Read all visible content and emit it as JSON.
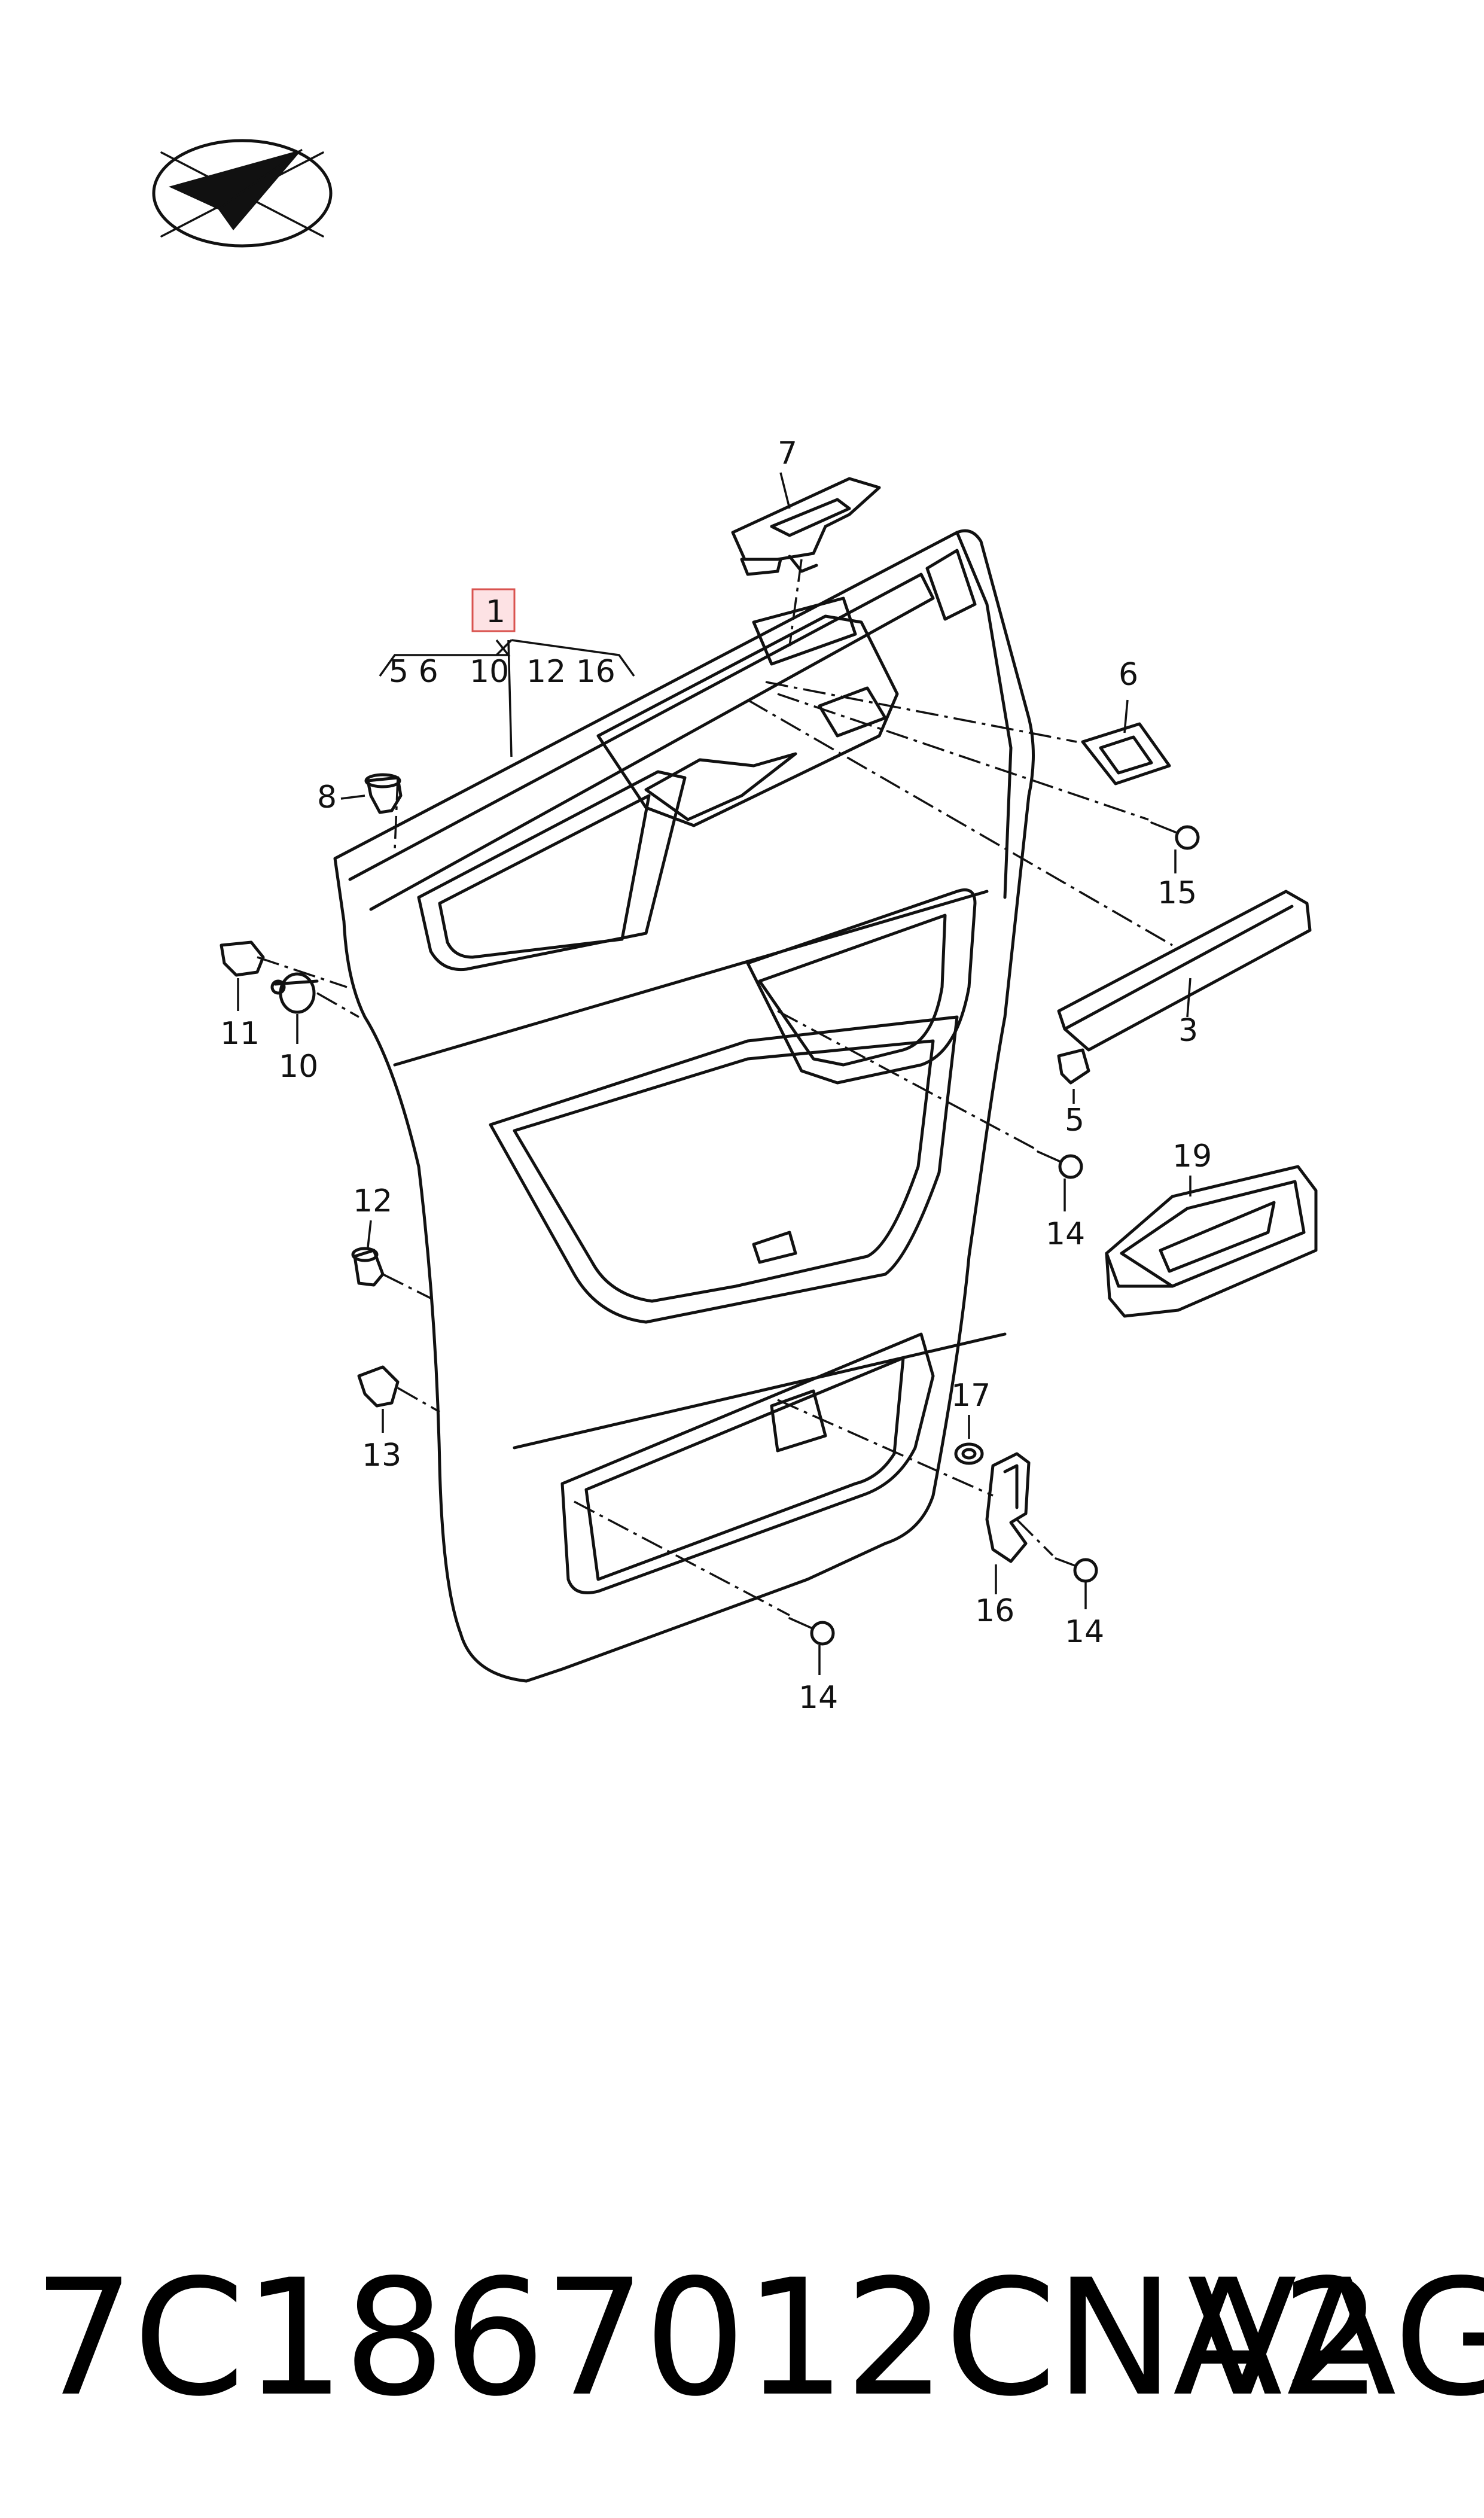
{
  "callouts": {
    "c1": "1",
    "group_a": "5 6",
    "group_b": "10",
    "group_c": "12 16",
    "c3": "3",
    "c5": "5",
    "c6": "6",
    "c7": "7",
    "c8": "8",
    "c10": "10",
    "c11": "11",
    "c12": "12",
    "c13": "13",
    "c14a": "14",
    "c14b": "14",
    "c14c": "14",
    "c15": "15",
    "c16": "16",
    "c17": "17",
    "c19": "19"
  },
  "footer": {
    "part_number": "7C1867012CNA2",
    "brand": "VAG"
  },
  "colors": {
    "line": "#111111",
    "highlight_fill": "#fde2e4",
    "highlight_stroke": "#d9534f"
  },
  "logo": "paper-plane-check-logo"
}
